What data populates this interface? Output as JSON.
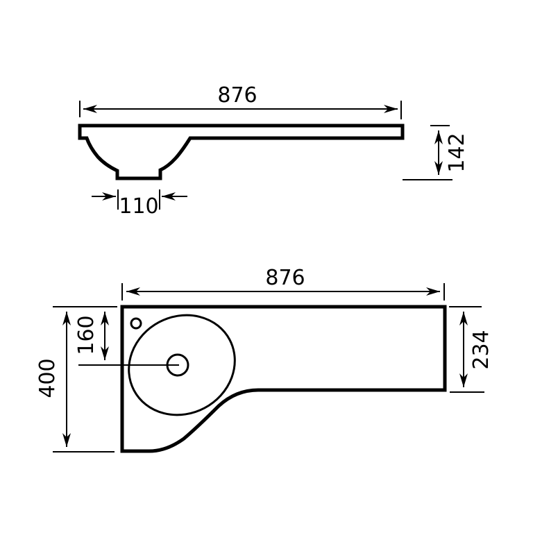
{
  "diagram": {
    "type": "technical-drawing",
    "subject": "vanity basin with side shelf",
    "line_color": "#000000",
    "background": "#ffffff",
    "side_view": {
      "overall_width": "876",
      "basin_bottom_width": "110",
      "overall_height": "142"
    },
    "top_view": {
      "overall_width": "876",
      "overall_depth": "400",
      "waste_center_offset": "160",
      "shelf_depth": "234"
    }
  }
}
